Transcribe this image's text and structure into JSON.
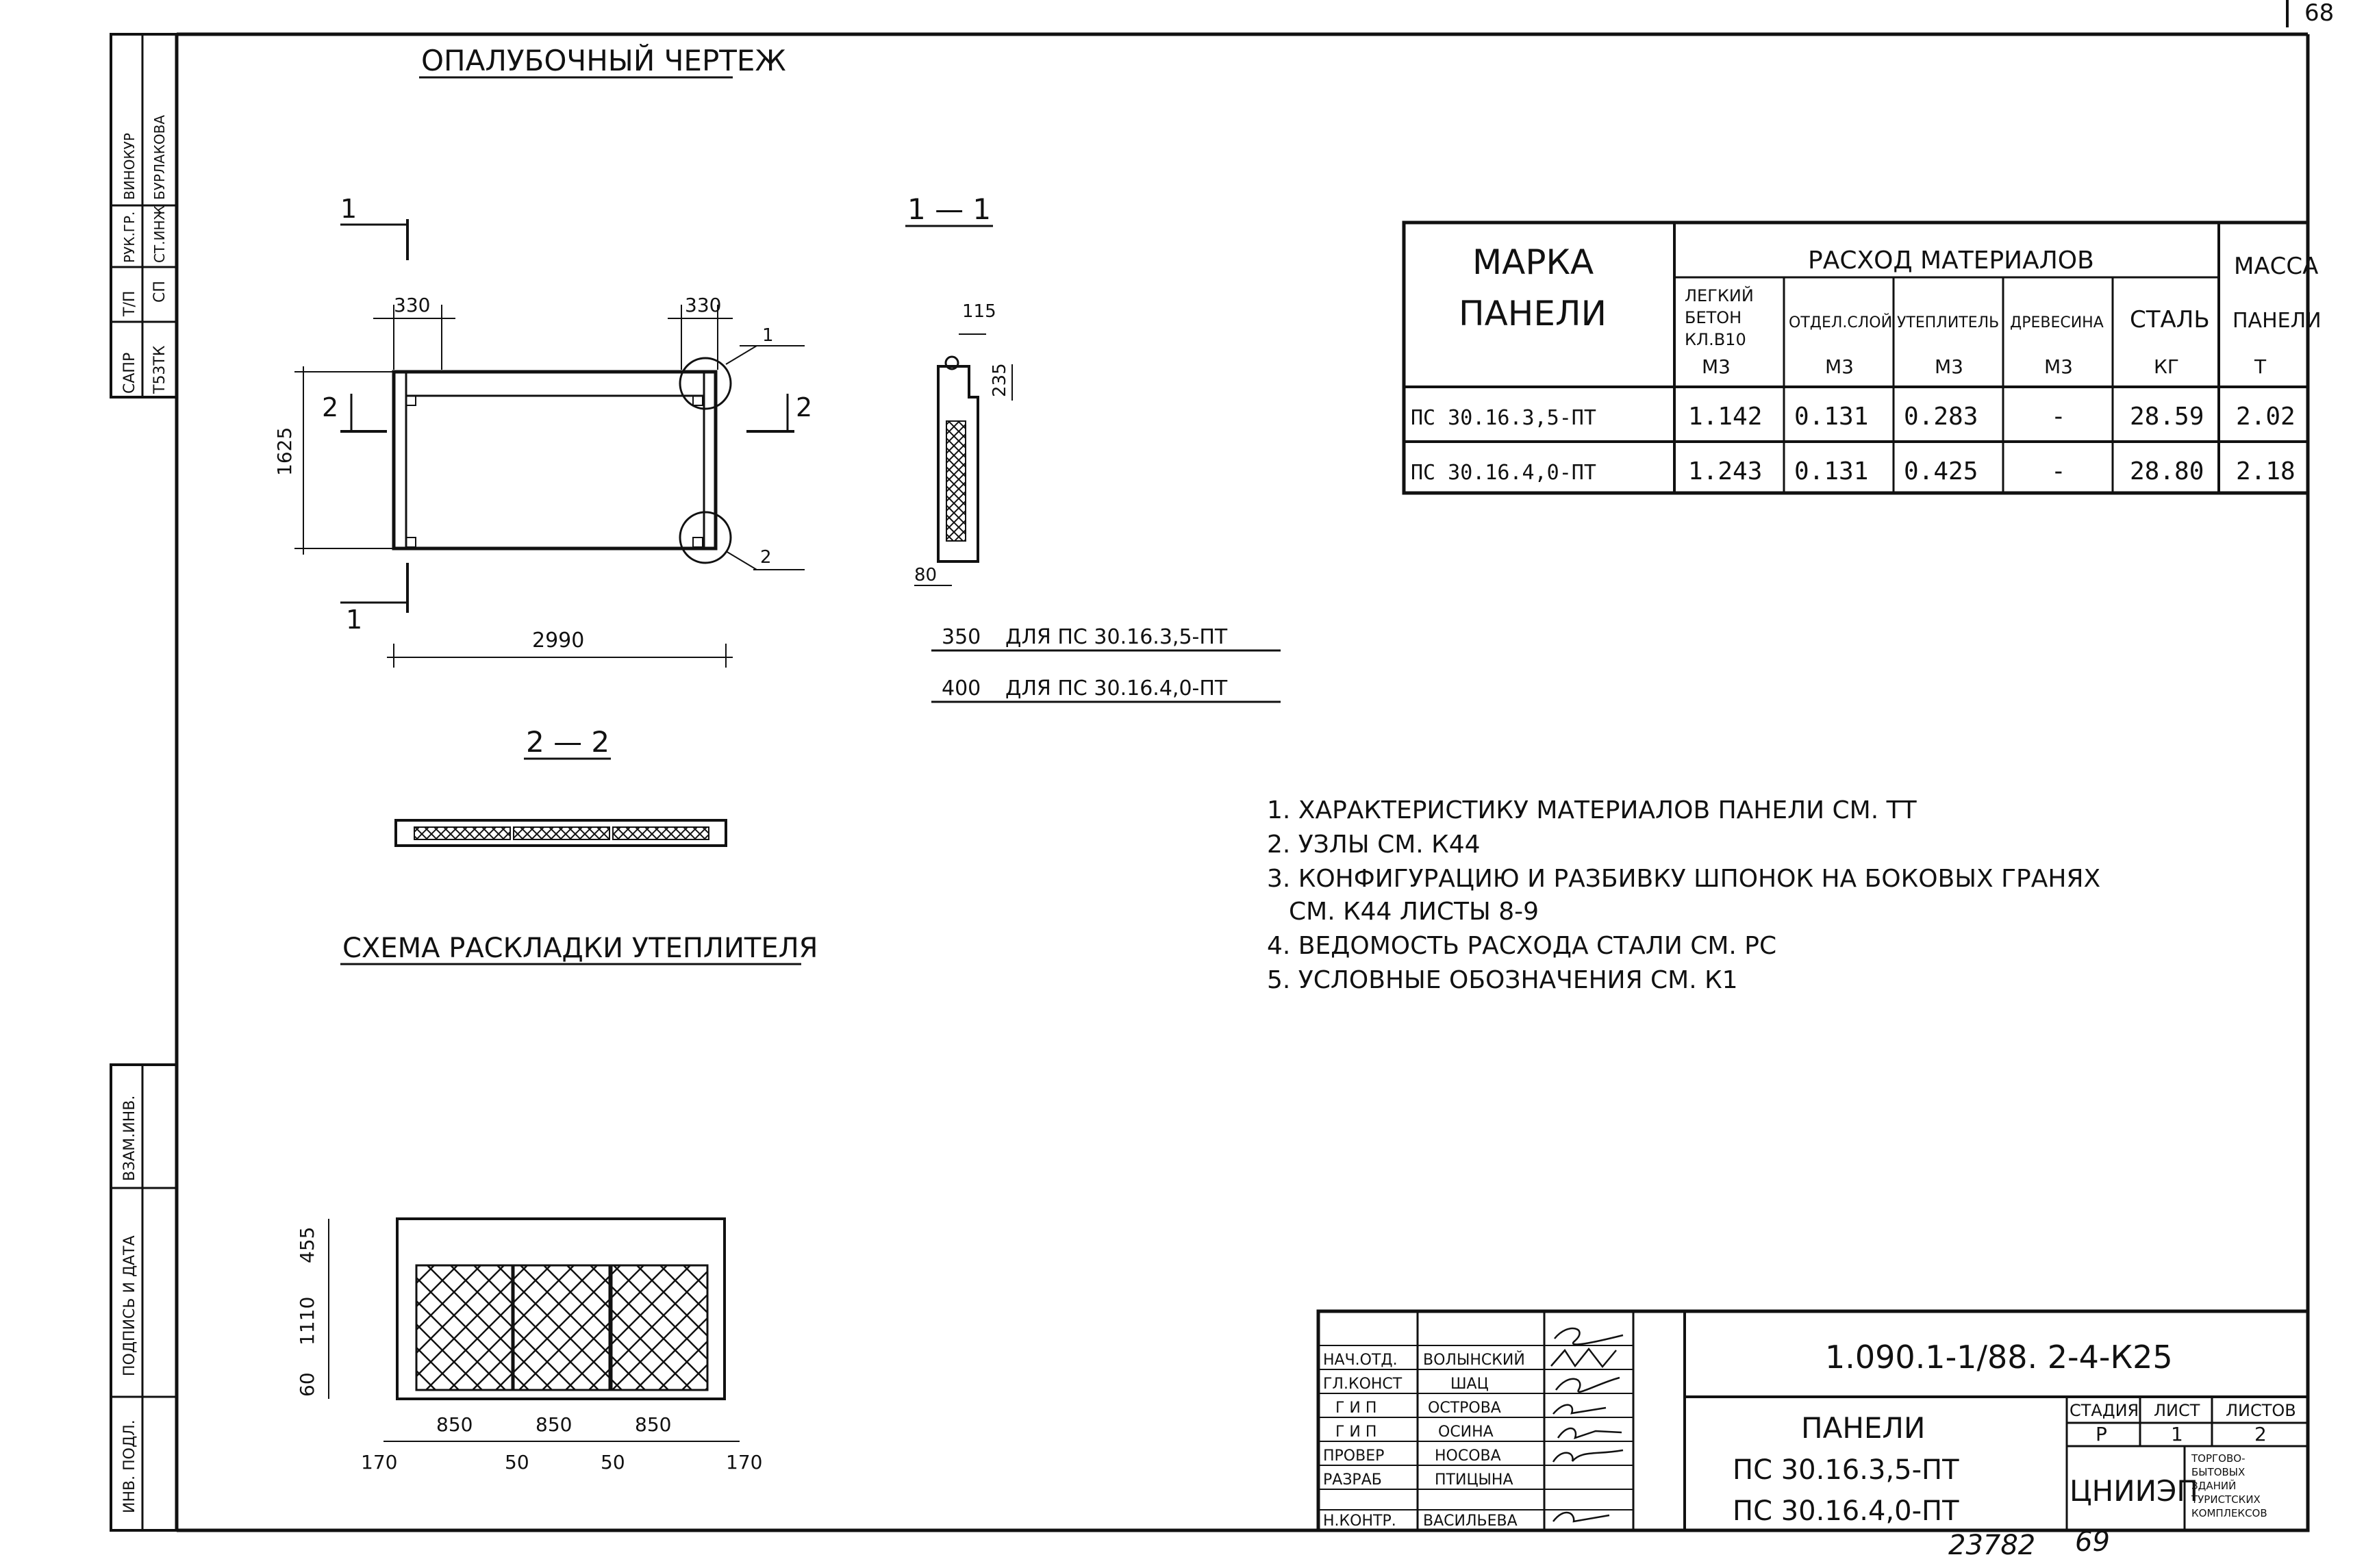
{
  "sheet_number": "68",
  "stamps": {
    "left_top": [
      "САПР",
      "Т53ТК",
      "Т/П",
      "СП",
      "РУК.ГР.",
      "СТ.ИНЖ",
      "ВИНОКУР",
      "БУРЛАКОВА"
    ],
    "left_bottom": [
      "ВЗАМ.ИНВ.",
      "ПОДПИСЬ И ДАТА",
      "ИНВ. ПОДЛ."
    ]
  },
  "titles": {
    "formwork": "ОПАЛУБОЧНЫЙ ЧЕРТЕЖ",
    "section_1_1": "1 — 1",
    "section_2_2": "2 — 2",
    "insulation_scheme": "СХЕМА РАСКЛАДКИ УТЕПЛИТЕЛЯ"
  },
  "formwork_dims": {
    "cut_mark": "1",
    "side_mark": "2",
    "corner_offset": "330",
    "height": "1625",
    "length": "2990",
    "node_1": "1",
    "node_2": "2"
  },
  "section_dims": {
    "top_width": "115",
    "upper_height": "235",
    "bottom_width": "80",
    "thickness_1": "350",
    "note_1": "ДЛЯ ПС 30.16.3,5-ПТ",
    "thickness_2": "400",
    "note_2": "ДЛЯ ПС 30.16.4,0-ПТ"
  },
  "insulation_dims": {
    "top": "455",
    "middle": "1110",
    "bottom": "60",
    "widths": [
      "850",
      "850",
      "850"
    ],
    "edges": [
      "170",
      "50",
      "50",
      "170"
    ]
  },
  "materials_table": {
    "col_mark": "МАРКА ПАНЕЛИ",
    "col_consumption": "РАСХОД МАТЕРИАЛОВ",
    "col_mass": "МАССА",
    "sub_headers": [
      "ЛЕГКИЙ БЕТОН КЛ.В10",
      "ОТДЕЛ.СЛОЙ",
      "УТЕПЛИТЕЛЬ",
      "ДРЕВЕСИНА",
      "СТАЛЬ",
      "ПАНЕЛИ"
    ],
    "units": [
      "М3",
      "М3",
      "М3",
      "М3",
      "КГ",
      "Т"
    ],
    "rows": [
      [
        "ПС 30.16.3,5-ПТ",
        "1.142",
        "0.131",
        "0.283",
        "-",
        "28.59",
        "2.02"
      ],
      [
        "ПС 30.16.4,0-ПТ",
        "1.243",
        "0.131",
        "0.425",
        "-",
        "28.80",
        "2.18"
      ]
    ]
  },
  "notes": [
    "1. ХАРАКТЕРИСТИКУ МАТЕРИАЛОВ ПАНЕЛИ СМ. ТТ",
    "2. УЗЛЫ СМ. К44",
    "3. КОНФИГУРАЦИЮ И РАЗБИВКУ ШПОНОК НА БОКОВЫХ ГРАНЯХ",
    "СМ. К44 ЛИСТЫ 8-9",
    "4. ВЕДОМОСТЬ РАСХОДА СТАЛИ СМ. РС",
    "5. УСЛОВНЫЕ ОБОЗНАЧЕНИЯ СМ. К1"
  ],
  "title_block": {
    "designation": "1.090.1-1/88. 2-4-К25",
    "signatures": [
      [
        "НАЧ.ОТД.",
        "ВОЛЫНСКИЙ"
      ],
      [
        "ГЛ.КОНСТ",
        "ШАЦ"
      ],
      [
        "Г И П",
        "ОСТРОВА"
      ],
      [
        "Г И П",
        "ОСИНА"
      ],
      [
        "ПРОВЕР",
        "НОСОВА"
      ],
      [
        "РАЗРАБ",
        "ПТИЦЫНА"
      ],
      [
        "Н.КОНТР.",
        "ВАСИЛЬЕВА"
      ]
    ],
    "name_line1": "ПАНЕЛИ",
    "name_line2": "ПС 30.16.3,5-ПТ",
    "name_line3": "ПС 30.16.4,0-ПТ",
    "stage_label": "СТАДИЯ",
    "sheet_label": "ЛИСТ",
    "sheets_label": "ЛИСТОВ",
    "stage": "Р",
    "sheet": "1",
    "sheets": "2",
    "org": "ЦНИИЭП",
    "org_desc": [
      "ТОРГОВО-",
      "БЫТОВЫХ",
      "ЗДАНИЙ",
      "ТУРИСТСКИХ",
      "КОМПЛЕКСОВ"
    ]
  },
  "footer": {
    "archive_no": "23782",
    "page": "69"
  }
}
